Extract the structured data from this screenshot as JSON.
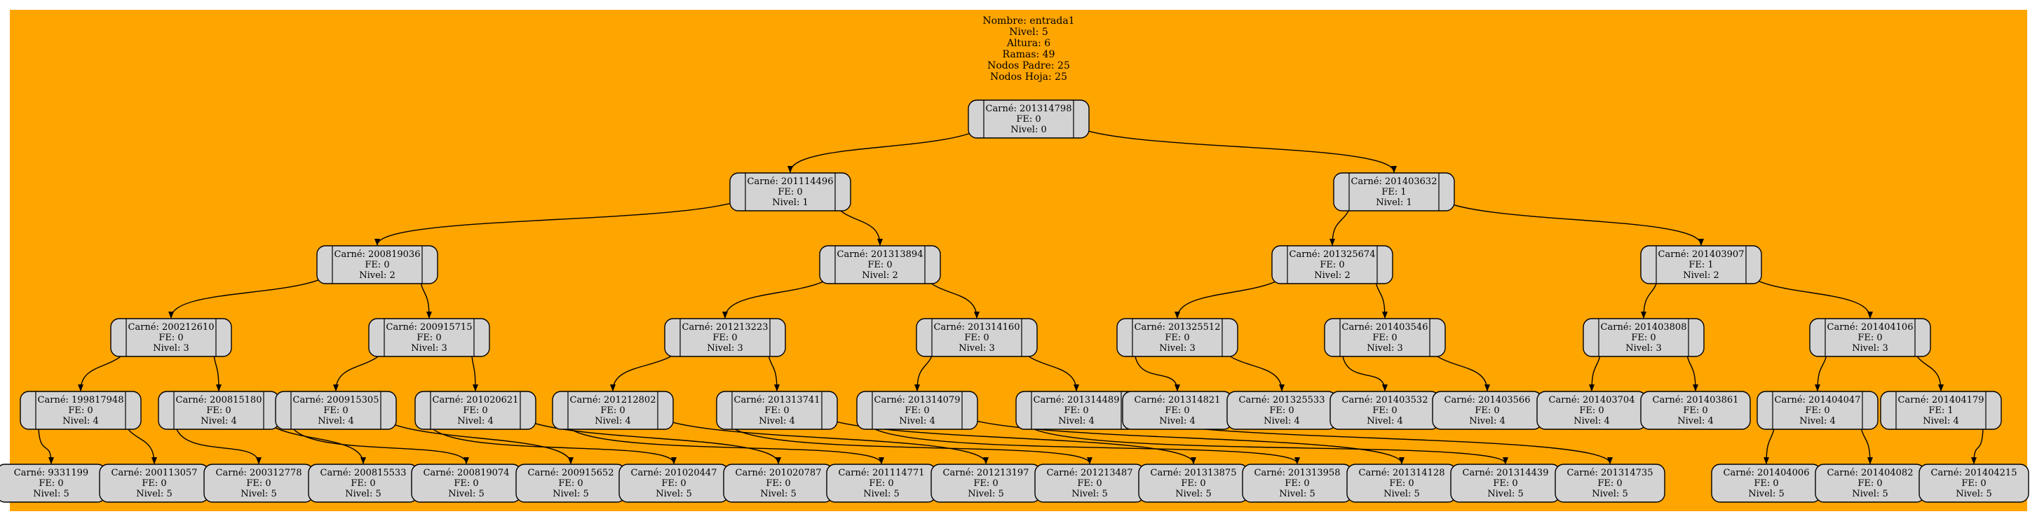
{
  "background_color": "#ffa500",
  "node_fill": "#d3d3d3",
  "header": [
    "Nombre: entrada1",
    "Nivel: 5",
    "Altura: 6",
    "Ramas: 49",
    "Nodos Padre: 25",
    "Nodos Hoja: 25"
  ],
  "nodes": [
    {
      "id": "201314798",
      "lines": [
        "Carné: 201314798",
        "FE: 0",
        "Nivel: 0"
      ],
      "children": [
        "201114496",
        "201403632"
      ]
    },
    {
      "id": "201114496",
      "lines": [
        "Carné: 201114496",
        "FE: 0",
        "Nivel: 1"
      ],
      "children": [
        "200819036",
        "201313894"
      ]
    },
    {
      "id": "201403632",
      "lines": [
        "Carné: 201403632",
        "FE: 1",
        "Nivel: 1"
      ],
      "children": [
        "201325674",
        "201403907"
      ]
    },
    {
      "id": "200819036",
      "lines": [
        "Carné: 200819036",
        "FE: 0",
        "Nivel: 2"
      ],
      "children": [
        "200212610",
        "200915715"
      ]
    },
    {
      "id": "201313894",
      "lines": [
        "Carné: 201313894",
        "FE: 0",
        "Nivel: 2"
      ],
      "children": [
        "201213223",
        "201314160"
      ]
    },
    {
      "id": "201325674",
      "lines": [
        "Carné: 201325674",
        "FE: 0",
        "Nivel: 2"
      ],
      "children": [
        "201325512",
        "201403546"
      ]
    },
    {
      "id": "201403907",
      "lines": [
        "Carné: 201403907",
        "FE: 1",
        "Nivel: 2"
      ],
      "children": [
        "201403808",
        "201404106"
      ]
    },
    {
      "id": "200212610",
      "lines": [
        "Carné: 200212610",
        "FE: 0",
        "Nivel: 3"
      ],
      "children": [
        "199817948",
        "200815180"
      ]
    },
    {
      "id": "200915715",
      "lines": [
        "Carné: 200915715",
        "FE: 0",
        "Nivel: 3"
      ],
      "children": [
        "200915305",
        "201020621"
      ]
    },
    {
      "id": "201213223",
      "lines": [
        "Carné: 201213223",
        "FE: 0",
        "Nivel: 3"
      ],
      "children": [
        "201212802",
        "201313741"
      ]
    },
    {
      "id": "201314160",
      "lines": [
        "Carné: 201314160",
        "FE: 0",
        "Nivel: 3"
      ],
      "children": [
        "201314079",
        "201314489"
      ]
    },
    {
      "id": "201325512",
      "lines": [
        "Carné: 201325512",
        "FE: 0",
        "Nivel: 3"
      ],
      "children": [
        "201314821",
        "201325533"
      ]
    },
    {
      "id": "201403546",
      "lines": [
        "Carné: 201403546",
        "FE: 0",
        "Nivel: 3"
      ],
      "children": [
        "201403532",
        "201403566"
      ]
    },
    {
      "id": "201403808",
      "lines": [
        "Carné: 201403808",
        "FE: 0",
        "Nivel: 3"
      ],
      "children": [
        "201403704",
        "201403861"
      ]
    },
    {
      "id": "201404106",
      "lines": [
        "Carné: 201404106",
        "FE: 0",
        "Nivel: 3"
      ],
      "children": [
        "201404047",
        "201404179"
      ]
    },
    {
      "id": "199817948",
      "lines": [
        "Carné: 199817948",
        "FE: 0",
        "Nivel: 4"
      ],
      "children": [
        "9331199",
        "200113057"
      ]
    },
    {
      "id": "200815180",
      "lines": [
        "Carné: 200815180",
        "FE: 0",
        "Nivel: 4"
      ],
      "children": [
        "200312778",
        "200815533"
      ]
    },
    {
      "id": "200915305",
      "lines": [
        "Carné: 200915305",
        "FE: 0",
        "Nivel: 4"
      ],
      "children": [
        "200819074",
        "200915652"
      ]
    },
    {
      "id": "201020621",
      "lines": [
        "Carné: 201020621",
        "FE: 0",
        "Nivel: 4"
      ],
      "children": [
        "201020447",
        "201020787"
      ]
    },
    {
      "id": "201212802",
      "lines": [
        "Carné: 201212802",
        "FE: 0",
        "Nivel: 4"
      ],
      "children": [
        "201114771",
        "201213197"
      ]
    },
    {
      "id": "201313741",
      "lines": [
        "Carné: 201313741",
        "FE: 0",
        "Nivel: 4"
      ],
      "children": [
        "201213487",
        "201313875"
      ]
    },
    {
      "id": "201314079",
      "lines": [
        "Carné: 201314079",
        "FE: 0",
        "Nivel: 4"
      ],
      "children": [
        "201313958",
        "201314128"
      ]
    },
    {
      "id": "201314489",
      "lines": [
        "Carné: 201314489",
        "FE: 0",
        "Nivel: 4"
      ],
      "children": [
        "201314439",
        "201314735"
      ]
    },
    {
      "id": "201314821",
      "lines": [
        "Carné: 201314821",
        "FE: 0",
        "Nivel: 4"
      ],
      "children": []
    },
    {
      "id": "201325533",
      "lines": [
        "Carné: 201325533",
        "FE: 0",
        "Nivel: 4"
      ],
      "children": []
    },
    {
      "id": "201403532",
      "lines": [
        "Carné: 201403532",
        "FE: 0",
        "Nivel: 4"
      ],
      "children": []
    },
    {
      "id": "201403566",
      "lines": [
        "Carné: 201403566",
        "FE: 0",
        "Nivel: 4"
      ],
      "children": []
    },
    {
      "id": "201403704",
      "lines": [
        "Carné: 201403704",
        "FE: 0",
        "Nivel: 4"
      ],
      "children": []
    },
    {
      "id": "201403861",
      "lines": [
        "Carné: 201403861",
        "FE: 0",
        "Nivel: 4"
      ],
      "children": []
    },
    {
      "id": "201404047",
      "lines": [
        "Carné: 201404047",
        "FE: 0",
        "Nivel: 4"
      ],
      "children": [
        "201404006",
        "201404082"
      ]
    },
    {
      "id": "201404179",
      "lines": [
        "Carné: 201404179",
        "FE: 1",
        "Nivel: 4"
      ],
      "children": [
        "201404215"
      ]
    },
    {
      "id": "9331199",
      "lines": [
        "Carné: 9331199",
        "FE: 0",
        "Nivel: 5"
      ],
      "children": []
    },
    {
      "id": "200113057",
      "lines": [
        "Carné: 200113057",
        "FE: 0",
        "Nivel: 5"
      ],
      "children": []
    },
    {
      "id": "200312778",
      "lines": [
        "Carné: 200312778",
        "FE: 0",
        "Nivel: 5"
      ],
      "children": []
    },
    {
      "id": "200815533",
      "lines": [
        "Carné: 200815533",
        "FE: 0",
        "Nivel: 5"
      ],
      "children": []
    },
    {
      "id": "200819074",
      "lines": [
        "Carné: 200819074",
        "FE: 0",
        "Nivel: 5"
      ],
      "children": []
    },
    {
      "id": "200915652",
      "lines": [
        "Carné: 200915652",
        "FE: 0",
        "Nivel: 5"
      ],
      "children": []
    },
    {
      "id": "201020447",
      "lines": [
        "Carné: 201020447",
        "FE: 0",
        "Nivel: 5"
      ],
      "children": []
    },
    {
      "id": "201020787",
      "lines": [
        "Carné: 201020787",
        "FE: 0",
        "Nivel: 5"
      ],
      "children": []
    },
    {
      "id": "201114771",
      "lines": [
        "Carné: 201114771",
        "FE: 0",
        "Nivel: 5"
      ],
      "children": []
    },
    {
      "id": "201213197",
      "lines": [
        "Carné: 201213197",
        "FE: 0",
        "Nivel: 5"
      ],
      "children": []
    },
    {
      "id": "201213487",
      "lines": [
        "Carné: 201213487",
        "FE: 0",
        "Nivel: 5"
      ],
      "children": []
    },
    {
      "id": "201313875",
      "lines": [
        "Carné: 201313875",
        "FE: 0",
        "Nivel: 5"
      ],
      "children": []
    },
    {
      "id": "201313958",
      "lines": [
        "Carné: 201313958",
        "FE: 0",
        "Nivel: 5"
      ],
      "children": []
    },
    {
      "id": "201314128",
      "lines": [
        "Carné: 201314128",
        "FE: 0",
        "Nivel: 5"
      ],
      "children": []
    },
    {
      "id": "201314439",
      "lines": [
        "Carné: 201314439",
        "FE: 0",
        "Nivel: 5"
      ],
      "children": []
    },
    {
      "id": "201314735",
      "lines": [
        "Carné: 201314735",
        "FE: 0",
        "Nivel: 5"
      ],
      "children": []
    },
    {
      "id": "201404006",
      "lines": [
        "Carné: 201404006",
        "FE: 0",
        "Nivel: 5"
      ],
      "children": []
    },
    {
      "id": "201404082",
      "lines": [
        "Carné: 201404082",
        "FE: 0",
        "Nivel: 5"
      ],
      "children": []
    },
    {
      "id": "201404215",
      "lines": [
        "Carné: 201404215",
        "FE: 0",
        "Nivel: 5"
      ],
      "children": []
    }
  ]
}
